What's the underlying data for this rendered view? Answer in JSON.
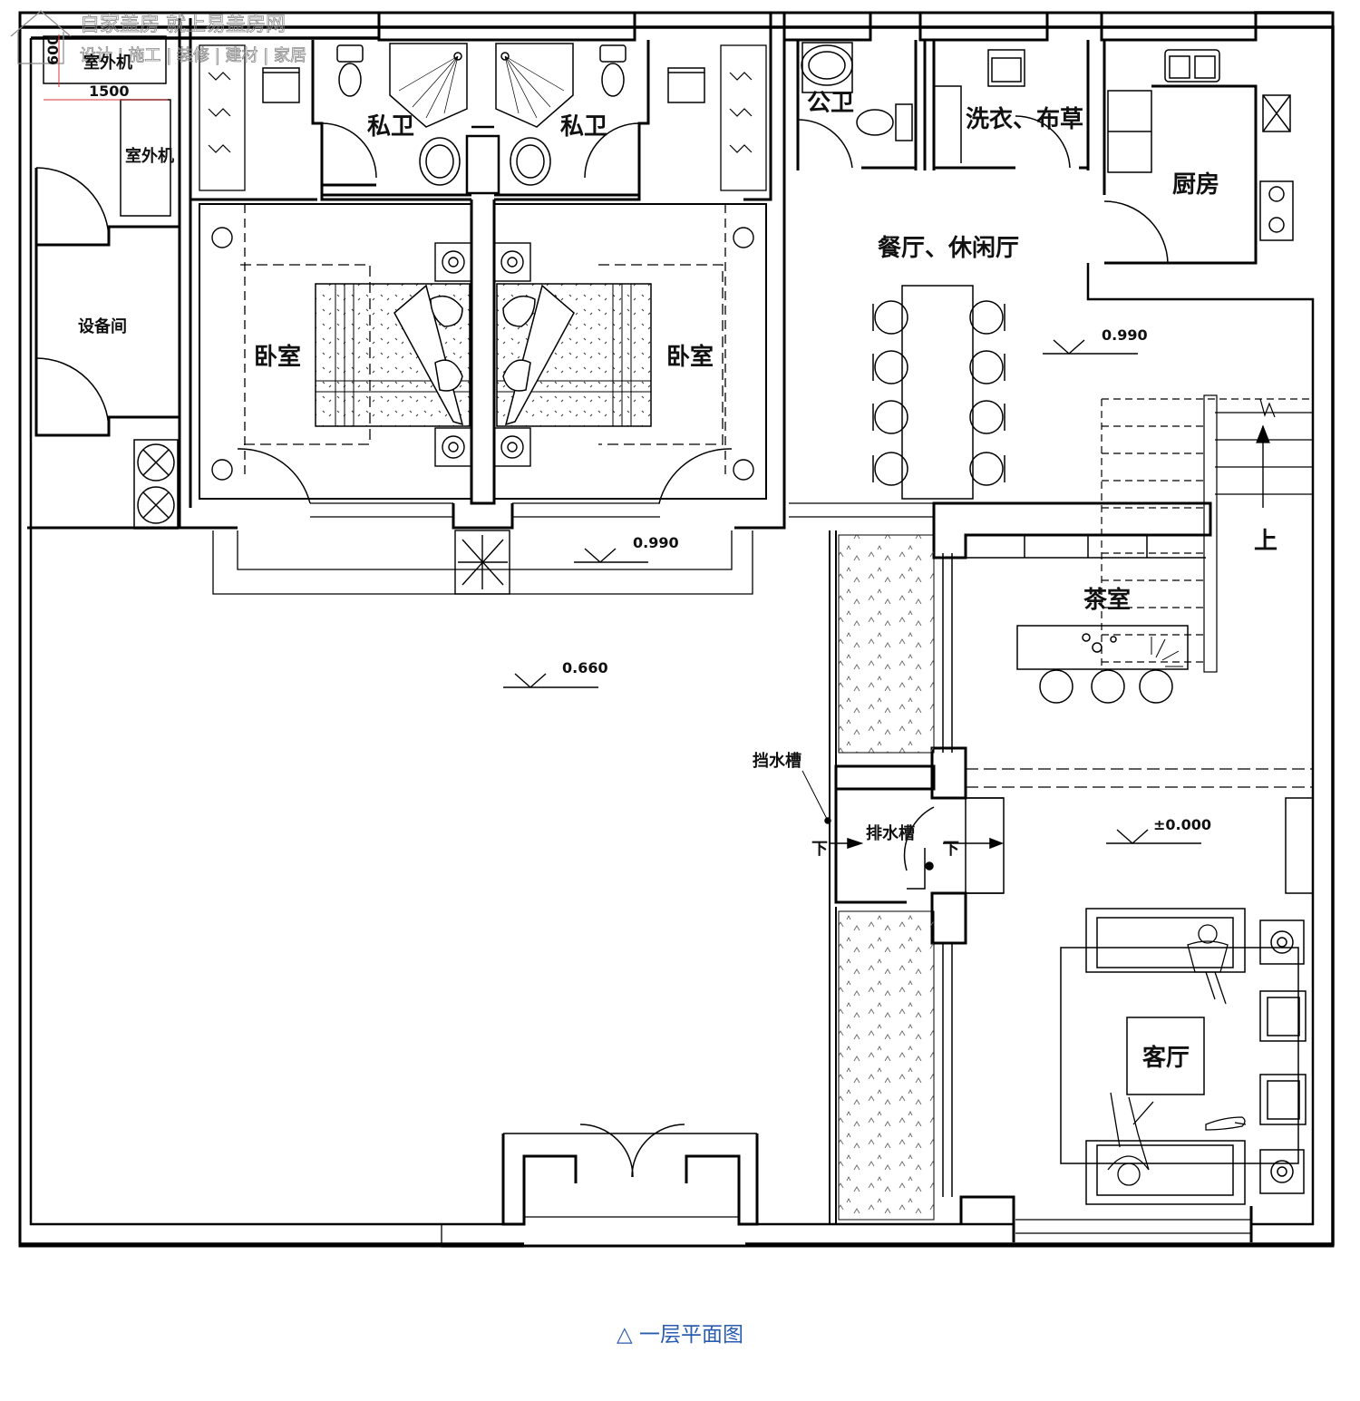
{
  "watermark": {
    "line1": "自家盖房 就上易盖房网",
    "line2": "设计 | 施工 | 装修 | 建材 | 家居"
  },
  "rooms": {
    "outdoor_unit_1": "室外机",
    "outdoor_unit_2": "室外机",
    "equipment_room": "设备间",
    "private_bath_left": "私卫",
    "private_bath_right": "私卫",
    "public_bath": "公卫",
    "laundry": "洗衣、布草",
    "kitchen": "厨房",
    "dining_lounge": "餐厅、休闲厅",
    "bedroom_left": "卧室",
    "bedroom_right": "卧室",
    "tea_room": "茶室",
    "living_room": "客厅",
    "drain_channel_label": "排水槽",
    "water_stop_label": "挡水槽"
  },
  "dimensions": {
    "width_600": "600",
    "width_1500": "1500"
  },
  "levels": {
    "bedroom_porch": "0.990",
    "dining": "0.990",
    "courtyard": "0.660",
    "living": "±0.000"
  },
  "stair": {
    "up": "上",
    "down_left": "下",
    "down_right": "下"
  },
  "caption": "△ 一层平面图"
}
